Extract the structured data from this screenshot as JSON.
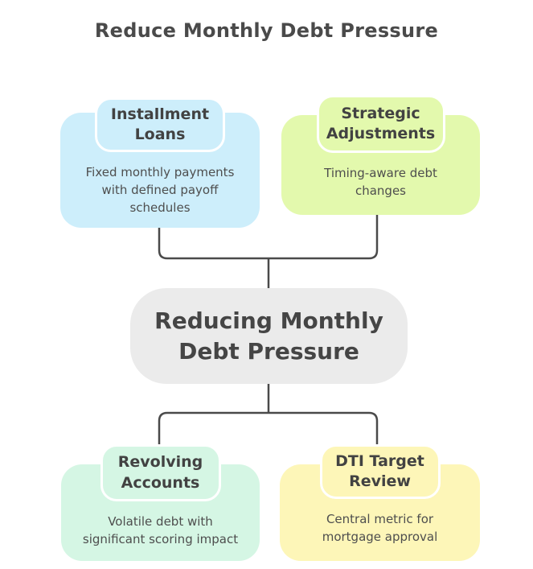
{
  "title": "Reduce Monthly Debt Pressure",
  "center_node": {
    "label": "Reducing Monthly Debt Pressure",
    "fill": "#ebebeb"
  },
  "nodes": [
    {
      "id": "installment-loans",
      "position": "top-left",
      "title": "Installment Loans",
      "description": "Fixed monthly payments with defined payoff schedules",
      "fill": "#cdeefb"
    },
    {
      "id": "strategic-adjustments",
      "position": "top-right",
      "title": "Strategic Adjustments",
      "description": "Timing-aware debt changes",
      "fill": "#e3f9ad"
    },
    {
      "id": "revolving-accounts",
      "position": "bottom-left",
      "title": "Revolving Accounts",
      "description": "Volatile debt with significant scoring impact",
      "fill": "#d5f6e4"
    },
    {
      "id": "dti-target-review",
      "position": "bottom-right",
      "title": "DTI Target Review",
      "description": "Central metric for mortgage approval",
      "fill": "#fdf6b8"
    }
  ],
  "connectors": {
    "color": "#4a4a4a"
  },
  "text_color": "#4a4a4a"
}
